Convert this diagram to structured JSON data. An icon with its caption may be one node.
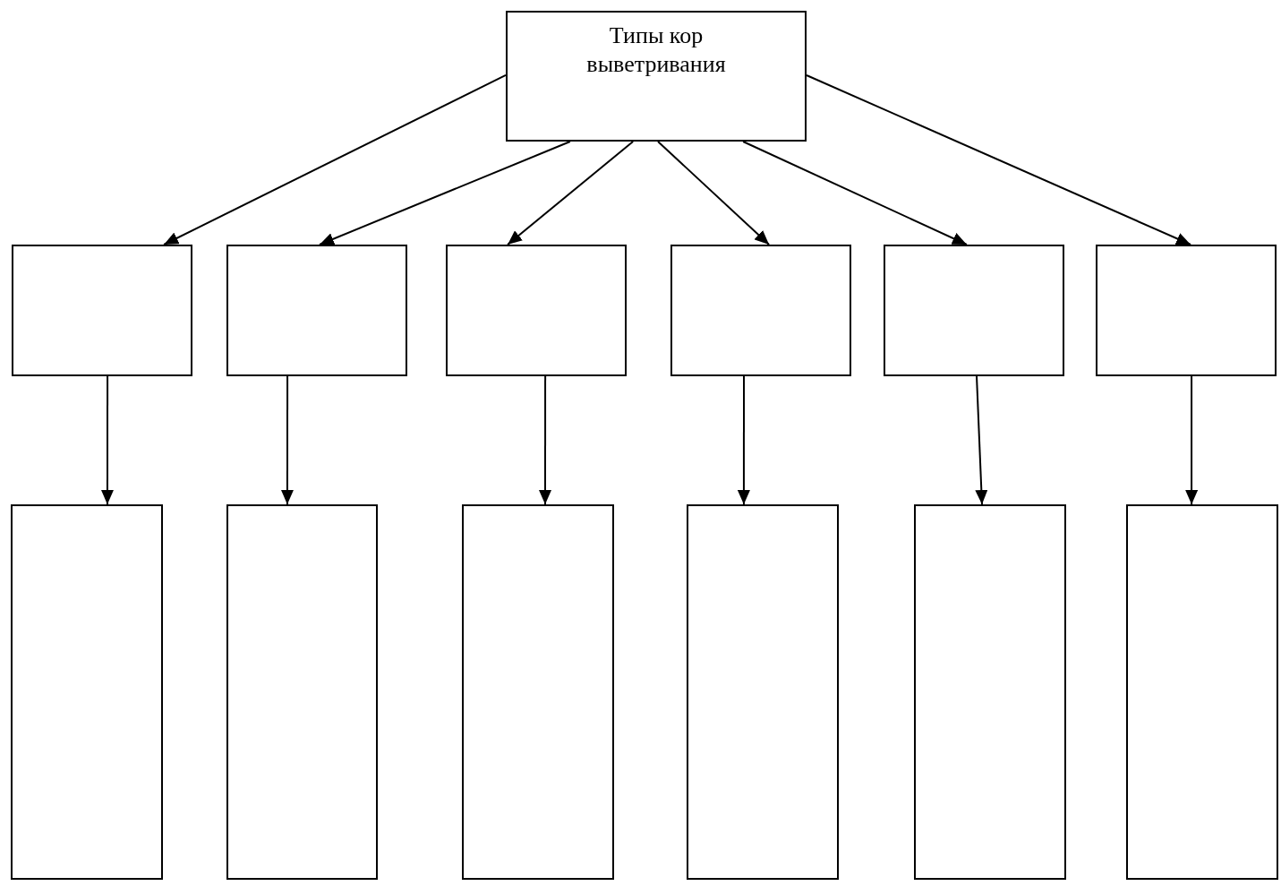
{
  "diagram": {
    "nodes": [
      {
        "text": [
          "Типы кор выветривания"
        ]
      },
      {
        "text": [],
        "shape": "box"
      },
      {
        "text": [],
        "shape": "box"
      },
      {
        "text": [],
        "shape": "box"
      },
      {
        "text": [],
        "shape": "box"
      },
      {
        "text": [],
        "shape": "box"
      },
      {
        "text": [],
        "shape": "box"
      },
      {
        "text": [],
        "shape": "box"
      },
      {
        "text": [],
        "shape": "box"
      },
      {
        "text": [],
        "shape": "box"
      },
      {
        "text": [],
        "shape": "box"
      },
      {
        "text": [],
        "shape": "box"
      },
      {
        "text": [],
        "shape": "box"
      }
    ],
    "edges": [
      {
        "from": 0,
        "to": 1,
        "arrow": "to"
      },
      {
        "from": 0,
        "to": 2,
        "arrow": "to"
      },
      {
        "from": 0,
        "to": 3,
        "arrow": "to"
      },
      {
        "from": 0,
        "to": 4,
        "arrow": "to"
      },
      {
        "from": 0,
        "to": 5,
        "arrow": "to"
      },
      {
        "from": 0,
        "to": 6,
        "arrow": "to"
      },
      {
        "from": 1,
        "to": 7,
        "arrow": "to"
      },
      {
        "from": 2,
        "to": 8,
        "arrow": "to"
      },
      {
        "from": 3,
        "to": 9,
        "arrow": "to"
      },
      {
        "from": 4,
        "to": 10,
        "arrow": "to"
      },
      {
        "from": 5,
        "to": 11,
        "arrow": "to"
      },
      {
        "from": 6,
        "to": 12,
        "arrow": "to"
      }
    ]
  }
}
